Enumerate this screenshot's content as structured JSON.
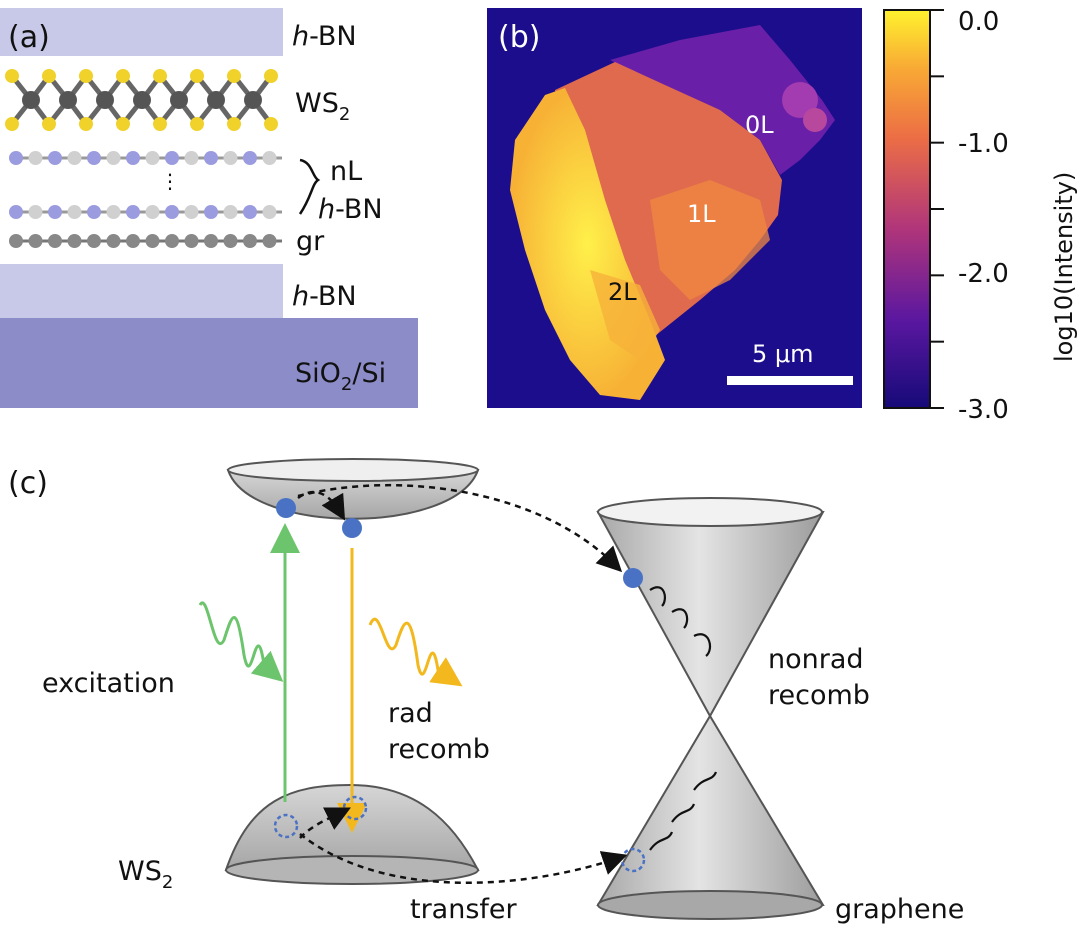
{
  "panel_a": {
    "tag": "(a)",
    "top_hbn_prefix": "h",
    "top_hbn_suffix": "-BN",
    "ws2_base": "WS",
    "ws2_sub": "2",
    "nl": "nL",
    "nl_hbn_prefix": "h",
    "nl_hbn_suffix": "-BN",
    "gr": "gr",
    "bottom_hbn_prefix": "h",
    "bottom_hbn_suffix": "-BN",
    "substrate_a": "SiO",
    "substrate_sub": "2",
    "substrate_b": "/Si",
    "colors": {
      "hbn_slab": "#c8c9e8",
      "substrate": "#8b8cc8",
      "sulfur": "#f0d22a",
      "tungsten": "#555555",
      "nitrogen": "#9b9be0",
      "boron": "#d0d0d0",
      "carbon": "#888888"
    }
  },
  "panel_b": {
    "tag": "(b)",
    "regions": [
      "0L",
      "1L",
      "2L"
    ],
    "scalebar": "5 μm",
    "colorbar_label": "log10(Intensity)",
    "colorbar_ticks": [
      "0.0",
      "-1.0",
      "-2.0",
      "-3.0"
    ],
    "colors": {
      "background": "#1c0d8c",
      "low": "#6a1fa8",
      "mid": "#e0744a",
      "high": "#fde02a"
    }
  },
  "panel_c": {
    "tag": "(c)",
    "excitation": "excitation",
    "rad1": "rad",
    "rad2": "recomb",
    "nonrad1": "nonrad",
    "nonrad2": "recomb",
    "ws2_base": "WS",
    "ws2_sub": "2",
    "transfer": "transfer",
    "graphene": "graphene",
    "colors": {
      "excitation": "#6cc56c",
      "emission": "#f2b81e",
      "electron": "#4a72c4",
      "band": "#cfcfcf"
    }
  }
}
